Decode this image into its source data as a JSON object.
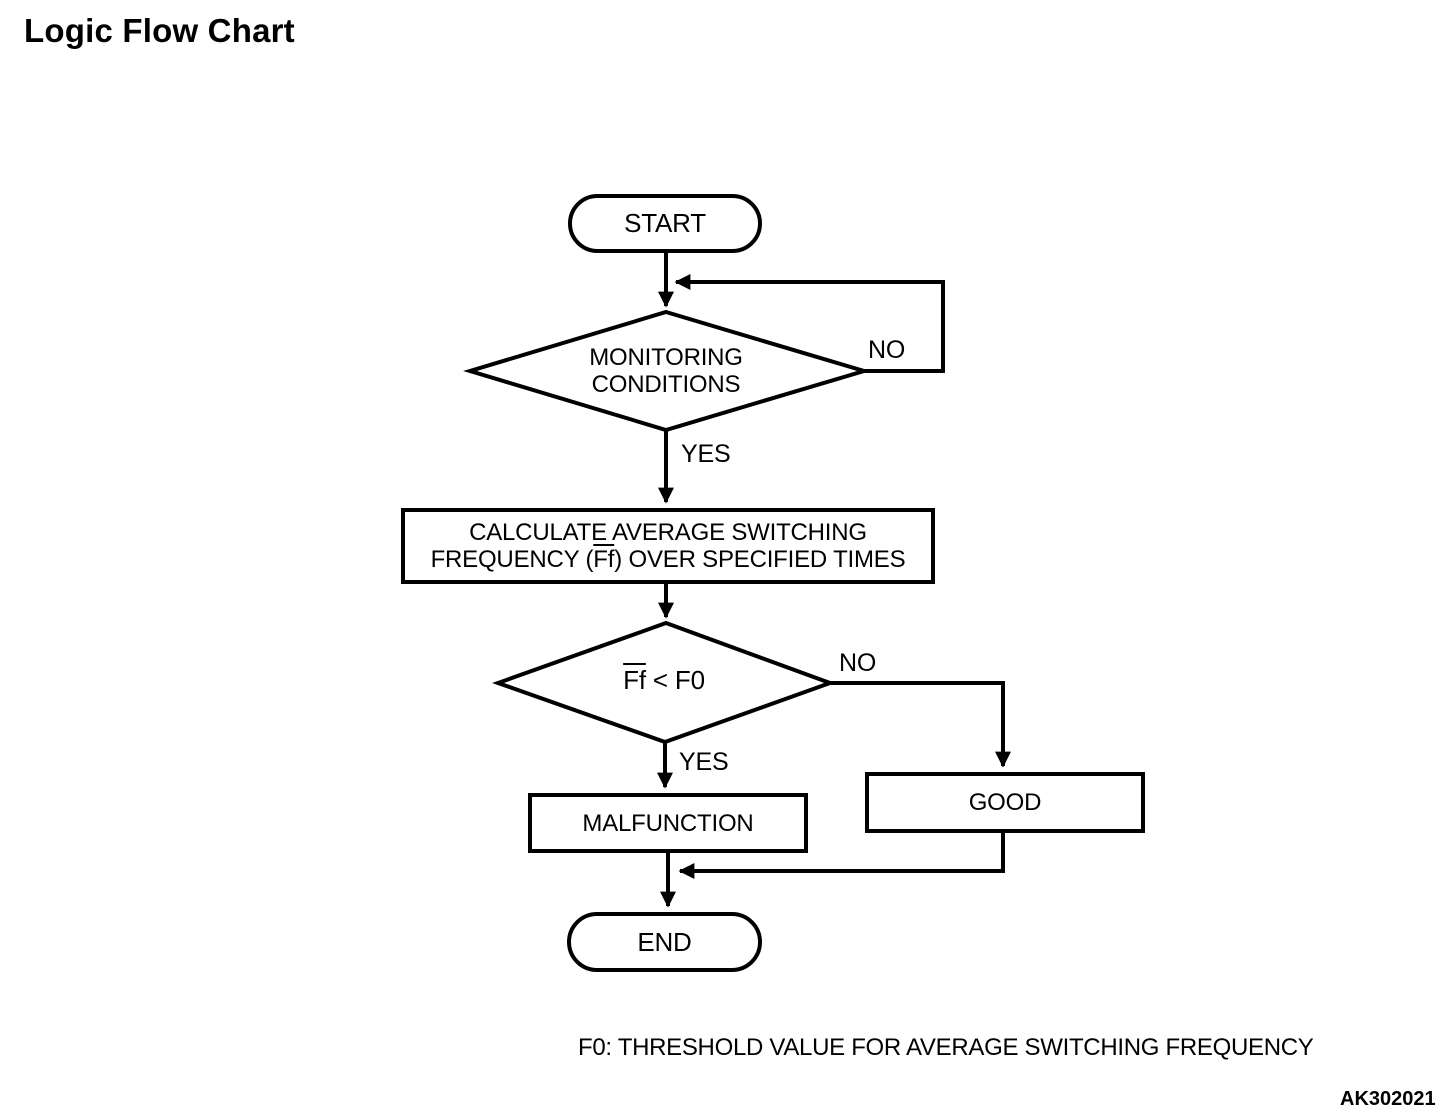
{
  "page": {
    "title": "Logic Flow Chart",
    "footnote": "F0: THRESHOLD VALUE FOR AVERAGE SWITCHING FREQUENCY",
    "doc_code": "AK302021"
  },
  "flowchart": {
    "colors": {
      "ink": "#000000",
      "background": "#ffffff"
    },
    "nodes": {
      "start": {
        "type": "terminator",
        "label": "START"
      },
      "monitoring": {
        "type": "decision",
        "line1": "MONITORING",
        "line2": "CONDITIONS"
      },
      "calculate": {
        "type": "process",
        "line1": "CALCULATE AVERAGE SWITCHING",
        "line2_prefix": "FREQUENCY (",
        "line2_overline": "Ff",
        "line2_suffix": ") OVER SPECIFIED TIMES"
      },
      "ff_check": {
        "type": "decision",
        "overline": "Ff",
        "suffix": " < F0"
      },
      "good": {
        "type": "process",
        "label": "GOOD"
      },
      "malfunction": {
        "type": "process",
        "label": "MALFUNCTION"
      },
      "end": {
        "type": "terminator",
        "label": "END"
      }
    },
    "edge_labels": {
      "monitoring_no": "NO",
      "monitoring_yes": "YES",
      "ff_no": "NO",
      "ff_yes": "YES"
    }
  }
}
